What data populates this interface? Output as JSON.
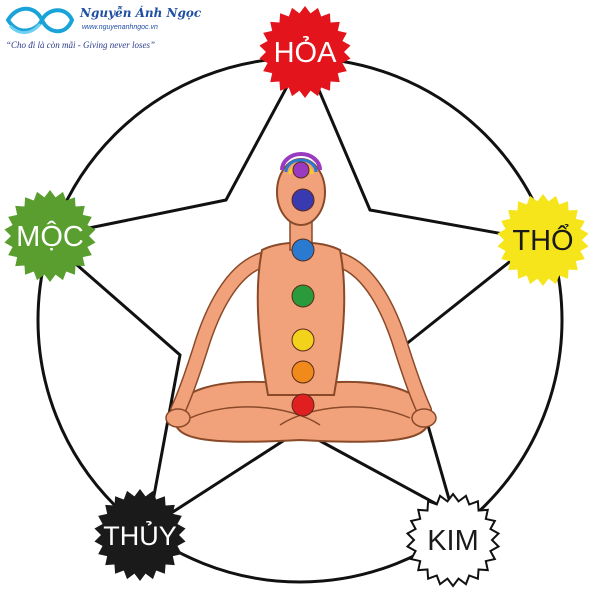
{
  "logo": {
    "name": "Nguyễn Ánh Ngọc",
    "url": "www.nguyenanhngoc.vn",
    "slogan": "“Cho đi là còn mãi - Giving never loses”",
    "colors": {
      "swoosh": "#1aa3d9",
      "name": "#1f4fa3",
      "slogan": "#2a3a8a"
    }
  },
  "elements": [
    {
      "key": "fire",
      "label": "HỎA",
      "color": "#e3141b",
      "text_color": "#ffffff"
    },
    {
      "key": "earth",
      "label": "THỔ",
      "color": "#f5e51a",
      "text_color": "#1a1a1a"
    },
    {
      "key": "metal",
      "label": "KIM",
      "color": "#ffffff",
      "text_color": "#1a1a1a"
    },
    {
      "key": "water",
      "label": "THỦY",
      "color": "#1a1a1a",
      "text_color": "#ffffff"
    },
    {
      "key": "wood",
      "label": "MỘC",
      "color": "#5a9e2f",
      "text_color": "#ffffff"
    }
  ],
  "figure": {
    "description_icon": "meditating-figure-with-chakras",
    "skin_color": "#f2a27a",
    "outline_color": "#8a4a2a",
    "chakra_colors": [
      "#e02020",
      "#f08a1a",
      "#f2d21a",
      "#2a9a3a",
      "#2a7ad0",
      "#3a3ab0",
      "#9a3ac0"
    ]
  }
}
